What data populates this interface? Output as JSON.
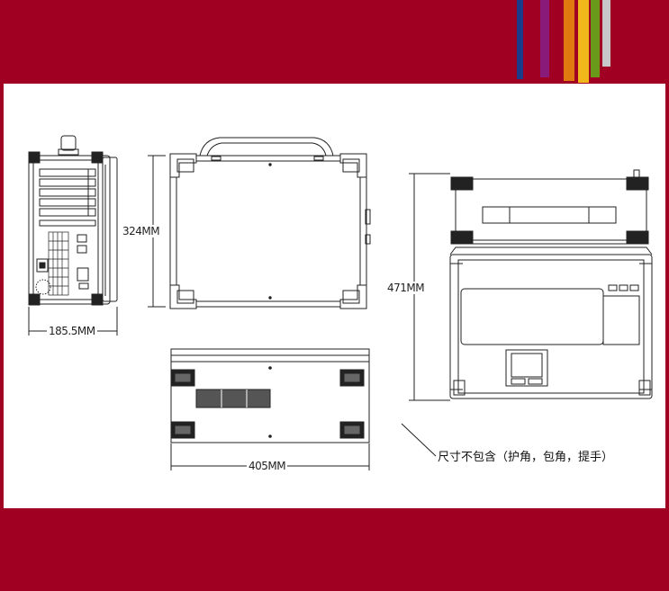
{
  "colors": {
    "background": "#a00022",
    "panel": "#ffffff",
    "stripes": [
      "#1a3a8a",
      "#8a1a7a",
      "#e07a10",
      "#f0b81a",
      "#6a9a1a",
      "#c8c8c8"
    ]
  },
  "dimensions": {
    "side_width": "185.5MM",
    "height": "324MM",
    "depth": "471MM",
    "length": "405MM"
  },
  "note": "尺寸不包含（护角，包角，提手）"
}
